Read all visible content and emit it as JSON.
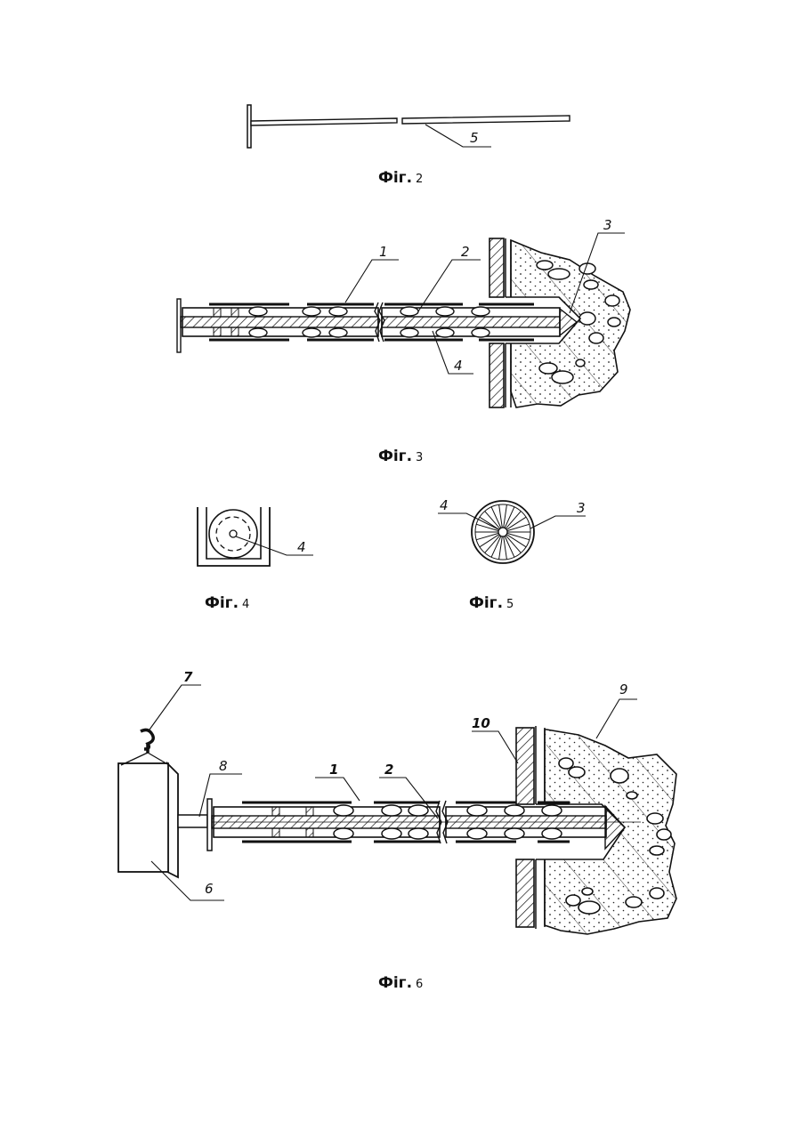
{
  "figures": [
    {
      "prefix": "Фіг.",
      "number": "2",
      "refs": [
        "5"
      ]
    },
    {
      "prefix": "Фіг.",
      "number": "3",
      "refs": [
        "1",
        "2",
        "3",
        "4"
      ]
    },
    {
      "prefix": "Фіг.",
      "number": "4",
      "refs": [
        "4"
      ]
    },
    {
      "prefix": "Фіг.",
      "number": "5",
      "refs": [
        "4",
        "3"
      ]
    },
    {
      "prefix": "Фіг.",
      "number": "6",
      "refs": [
        "7",
        "8",
        "1",
        "2",
        "10",
        "9",
        "6"
      ]
    }
  ]
}
